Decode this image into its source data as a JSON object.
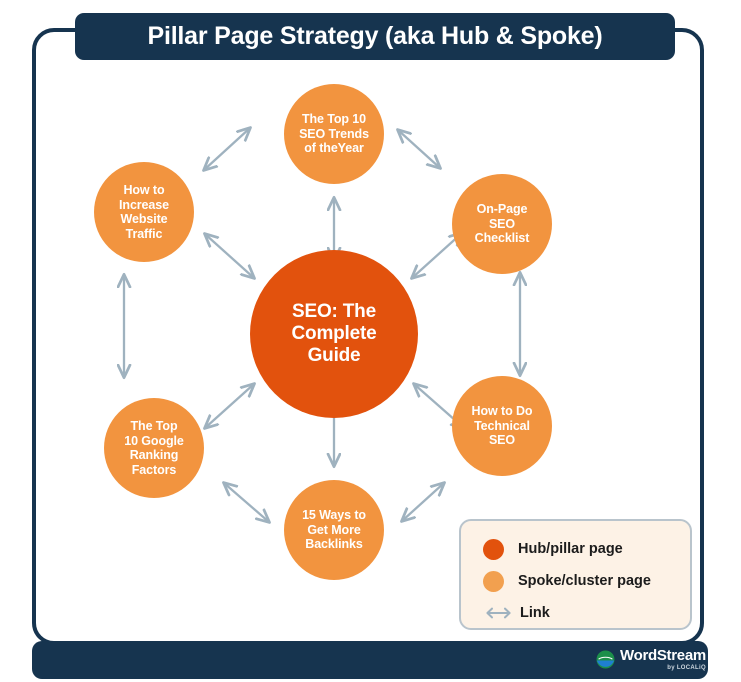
{
  "header": {
    "title": "Pillar Page Strategy (aka Hub & Spoke)"
  },
  "colors": {
    "frame": "#16344f",
    "title_bar": "#16344f",
    "hub": "#e2520d",
    "spoke": "#f2943f",
    "arrow": "#9fb2bf",
    "legend_bg": "#fdf2e6",
    "legend_border": "#b9c4cc",
    "text_light": "#ffffff",
    "text_dark": "#1c1c1c"
  },
  "diagram": {
    "type": "hub-and-spoke",
    "hub": {
      "label": "SEO: The Complete Guide",
      "lines": [
        "SEO: The",
        "Complete",
        "Guide"
      ],
      "role": "Hub/pillar page"
    },
    "spokes": [
      {
        "id": "top",
        "label": "The Top 10 SEO Trends of theYear",
        "lines": [
          "The Top 10",
          "SEO Trends",
          "of theYear"
        ],
        "role": "Spoke/cluster page"
      },
      {
        "id": "upper-right",
        "label": "On-Page SEO Checklist",
        "lines": [
          "On-Page",
          "SEO",
          "Checklist"
        ],
        "role": "Spoke/cluster page"
      },
      {
        "id": "lower-right",
        "label": "How to Do Technical SEO",
        "lines": [
          "How to Do",
          "Technical",
          "SEO"
        ],
        "role": "Spoke/cluster page"
      },
      {
        "id": "bottom",
        "label": "15 Ways to Get More Backlinks",
        "lines": [
          "15 Ways to",
          "Get More",
          "Backlinks"
        ],
        "role": "Spoke/cluster page"
      },
      {
        "id": "lower-left",
        "label": "The Top 10 Google Ranking Factors",
        "lines": [
          "The Top",
          "10 Google",
          "Ranking",
          "Factors"
        ],
        "role": "Spoke/cluster page"
      },
      {
        "id": "upper-left",
        "label": "How to Increase Website Traffic",
        "lines": [
          "How to",
          "Increase",
          "Website",
          "Traffic"
        ],
        "role": "Spoke/cluster page"
      }
    ],
    "links": [
      {
        "from": "hub",
        "to": "top",
        "style": "double-arrow"
      },
      {
        "from": "hub",
        "to": "upper-right",
        "style": "double-arrow"
      },
      {
        "from": "hub",
        "to": "lower-right",
        "style": "double-arrow"
      },
      {
        "from": "hub",
        "to": "bottom",
        "style": "double-arrow"
      },
      {
        "from": "hub",
        "to": "lower-left",
        "style": "double-arrow"
      },
      {
        "from": "hub",
        "to": "upper-left",
        "style": "double-arrow"
      },
      {
        "from": "upper-left",
        "to": "top",
        "style": "double-arrow"
      },
      {
        "from": "top",
        "to": "upper-right",
        "style": "double-arrow"
      },
      {
        "from": "upper-right",
        "to": "lower-right",
        "style": "double-arrow"
      },
      {
        "from": "lower-right",
        "to": "bottom",
        "style": "double-arrow"
      },
      {
        "from": "bottom",
        "to": "lower-left",
        "style": "double-arrow"
      },
      {
        "from": "lower-left",
        "to": "upper-left",
        "style": "double-arrow"
      }
    ]
  },
  "legend": {
    "items": [
      {
        "icon": "hub-dot",
        "label": "Hub/pillar page"
      },
      {
        "icon": "spoke-dot",
        "label": "Spoke/cluster page"
      },
      {
        "icon": "double-arrow",
        "label": "Link"
      }
    ]
  },
  "branding": {
    "name": "WordStream",
    "tagline": "by LOCALiQ"
  }
}
